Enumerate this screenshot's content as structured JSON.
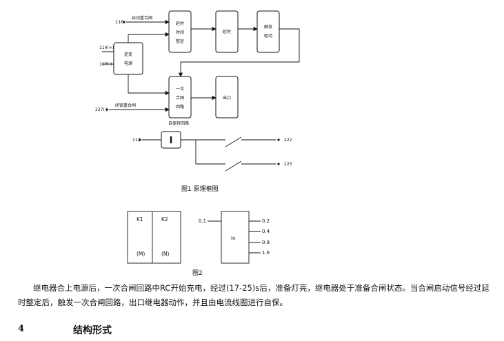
{
  "fig1": {
    "caption": "图1  原理框图",
    "terminals": {
      "t116": "116",
      "t114": "114(+)",
      "t117": "117(-)",
      "t227": "227(-)",
      "t112": "112",
      "t222": "222",
      "t223": "223"
    },
    "signals": {
      "start": "启动重合闸",
      "block": "闭锁重合闸"
    },
    "blocks": {
      "power": [
        "逆变",
        "电源"
      ],
      "delay_set": [
        "延时",
        "时间",
        "整定"
      ],
      "delay": [
        "延时"
      ],
      "trigger": [
        "触发",
        "驱动"
      ],
      "once": [
        "一次",
        "合闸",
        "回路"
      ],
      "output": [
        "出口"
      ],
      "current": "I"
    },
    "hold_label": "自保持回路"
  },
  "fig2": {
    "caption": "图2",
    "k1": "K1",
    "k2": "K2",
    "m": "(M)",
    "n": "(N)",
    "in_label": "In",
    "in_value": "0.1",
    "outputs": [
      "0.2",
      "0.4",
      "0.8",
      "1.6"
    ]
  },
  "paragraph": "继电器合上电源后，一次合闸回路中RC开始充电，经过(17-25)s后，准备灯亮，继电器处于准备合闸状态。当合闸启动信号经过延时整定后，触发一次合闸回路，出口继电器动作，并且由电流线圈进行自保。",
  "section": {
    "number": "4",
    "title": "结构形式"
  }
}
